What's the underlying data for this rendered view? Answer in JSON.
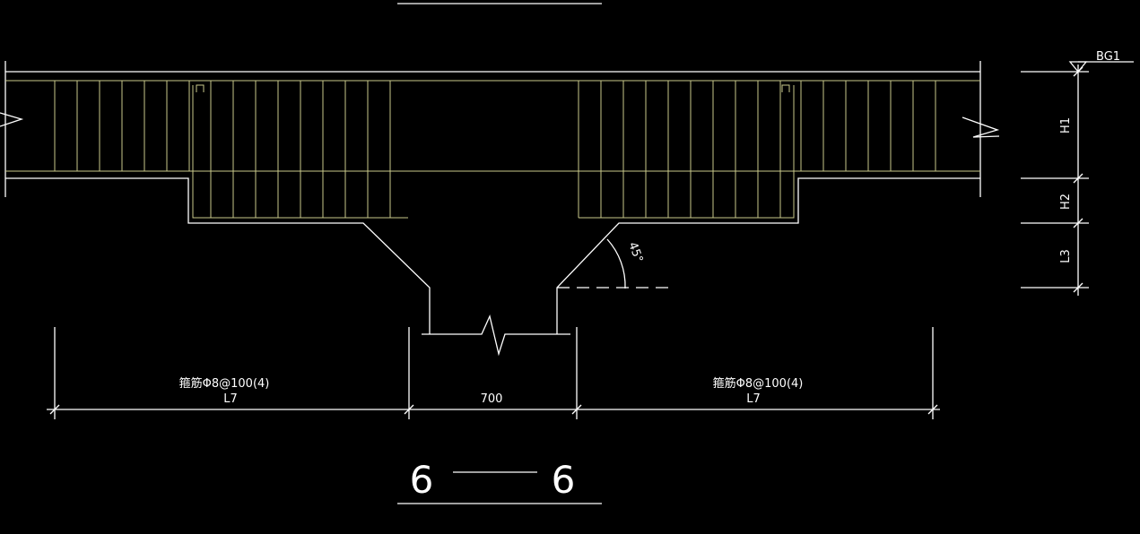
{
  "section_label": {
    "left": "6",
    "right": "6"
  },
  "dimensions": {
    "left_span": "L7",
    "center_span": "700",
    "right_span": "L7",
    "stirrup_left": "箍筋Φ8@100(4)",
    "stirrup_right": "箍筋Φ8@100(4)"
  },
  "elevation": {
    "marker": "BG1",
    "h1": "H1",
    "h2": "H2",
    "l3": "L3"
  },
  "angle_label": "45°",
  "colors": {
    "background": "#000000",
    "outline": "#ffffff",
    "rebar": "#c9c98a"
  }
}
